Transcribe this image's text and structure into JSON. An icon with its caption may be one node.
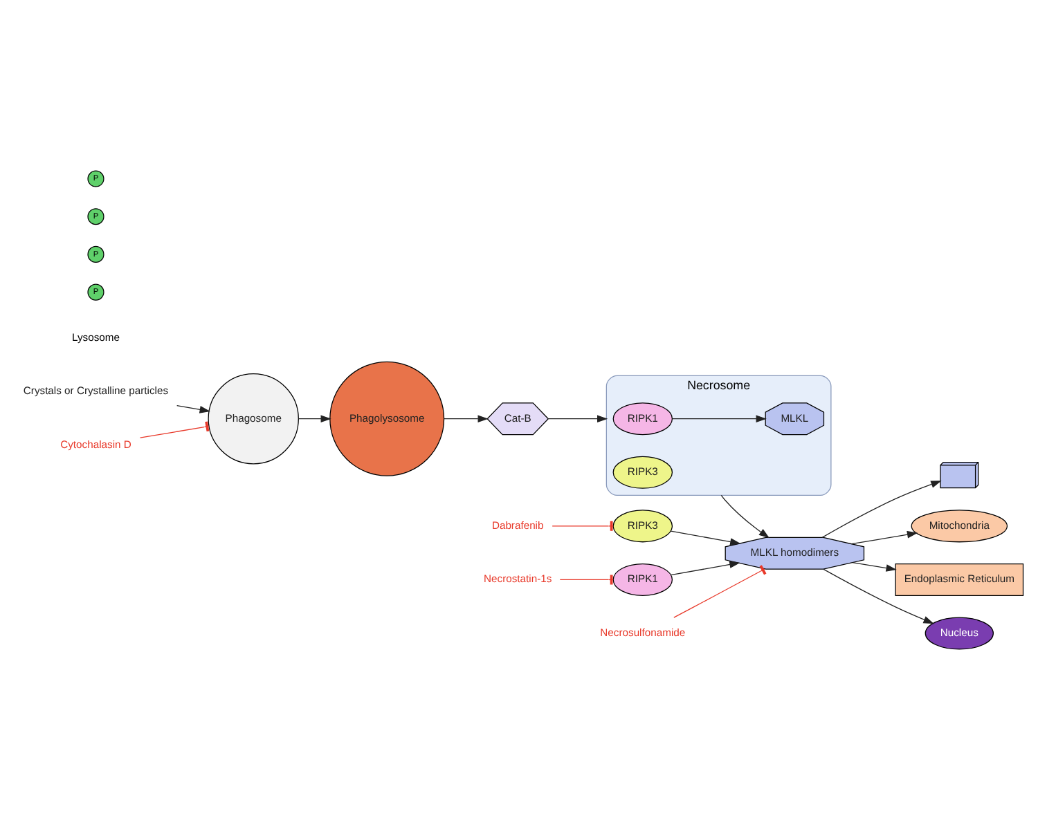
{
  "diagram": {
    "nodes": [
      {
        "text": [
          "Crystals or Crystalline particles"
        ]
      },
      {
        "text": [
          "Cytochalasin D"
        ]
      },
      {
        "text": [
          "Phagosome"
        ]
      },
      {
        "text": [
          "Phagolysosome"
        ]
      },
      {
        "text": [
          "Cat-B"
        ]
      },
      {
        "text": [
          "Necrosome"
        ]
      },
      {
        "text": [
          "RIPK1"
        ],
        "in": 5
      },
      {
        "text": [
          "RIPK3"
        ],
        "in": 5
      },
      {
        "text": [
          "MLKL"
        ],
        "in": 5
      },
      {
        "text": [
          "Dabrafenib"
        ]
      },
      {
        "text": [
          "RIPK3"
        ]
      },
      {
        "text": [
          "Necrostatin-1s"
        ]
      },
      {
        "text": [
          "RIPK1"
        ]
      },
      {
        "text": [
          "MLKL homodimers"
        ]
      },
      {
        "text": [
          "Necrosulfonamide"
        ]
      },
      {
        "text": [],
        "shape": "picture"
      },
      {
        "text": [
          "Mitochondria"
        ]
      },
      {
        "text": [
          "Endoplasmic Reticulum"
        ]
      },
      {
        "text": [
          "Nucleus"
        ]
      }
    ],
    "edges": [
      {
        "from": 0,
        "to": 2,
        "arrow": "to"
      },
      {
        "from": 1,
        "to": 2,
        "arrow": "other",
        "color": "#e8392a"
      },
      {
        "from": 2,
        "to": 3,
        "arrow": "to"
      },
      {
        "from": 3,
        "to": 4,
        "arrow": "to"
      },
      {
        "from": 4,
        "to": 5,
        "arrow": "to"
      },
      {
        "from": 6,
        "to": 8,
        "arrow": "to"
      },
      {
        "from": 5,
        "to": 13,
        "arrow": "to"
      },
      {
        "from": 9,
        "to": 10,
        "arrow": "other",
        "color": "#e8392a"
      },
      {
        "from": 11,
        "to": 12,
        "arrow": "other",
        "color": "#e8392a"
      },
      {
        "from": 12,
        "to": 13,
        "arrow": "to"
      },
      {
        "from": 10,
        "to": 13,
        "arrow": "to"
      },
      {
        "from": 14,
        "to": 13,
        "arrow": "other",
        "color": "#e8392a"
      },
      {
        "from": 13,
        "to": 15,
        "arrow": "to"
      },
      {
        "from": 13,
        "to": 16,
        "arrow": "to"
      },
      {
        "from": 13,
        "to": 17,
        "arrow": "to"
      },
      {
        "from": 13,
        "to": 18,
        "arrow": "to"
      }
    ],
    "labels": [
      "Lysosome",
      "P",
      "P",
      "P",
      "P"
    ]
  }
}
